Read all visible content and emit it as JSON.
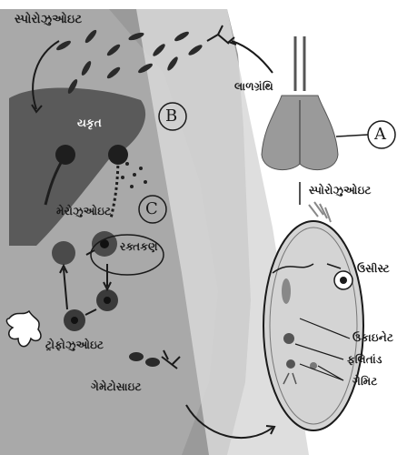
{
  "labels": {
    "sporozoite_top": "સ્પોરોઝુઓઇટ",
    "salivary_gland": "લાળગ્રંથિ",
    "liver": "યકૃત",
    "merozoite": "મેરોઝુઓઇટ",
    "rbc": "રક્તકણ",
    "trophozoite": "ટ્રોફોઝુઓઇટ",
    "gametocyte": "ગેમેટોસાઇટ",
    "sporozoite_mid": "સ્પોરોઝુઓઇટ",
    "oocyst": "ઉસીસ્ટ",
    "ookinete": "ઉકાઇનેટ",
    "fertilization": "ફલિતાંડ",
    "gamete": "ગેમિટ"
  },
  "markers": {
    "a": "A",
    "b": "B",
    "c": "C"
  },
  "colors": {
    "ink": "#1a1a1a",
    "shade": "#8a8a8a",
    "dark": "#3a3a3a"
  }
}
